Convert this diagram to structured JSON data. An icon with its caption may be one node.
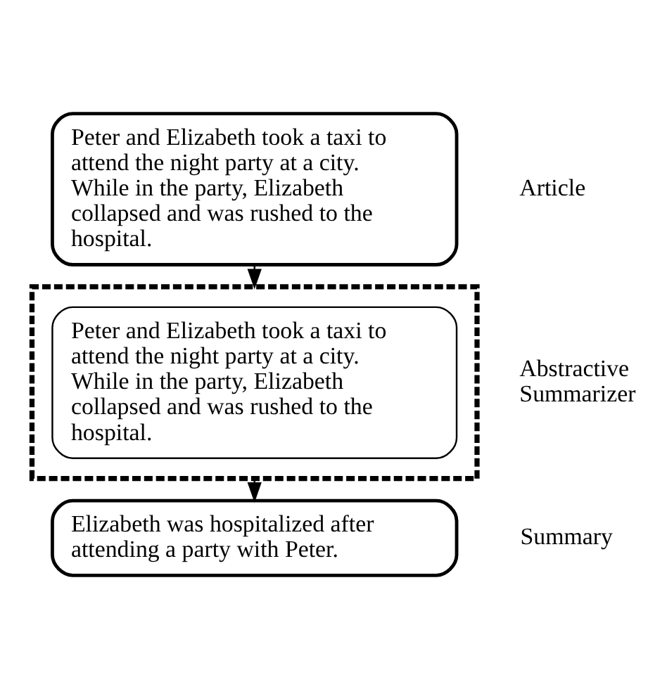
{
  "diagram": {
    "nodes": [
      {
        "text": [
          "Peter and Elizabeth took a taxi to attend the night party at a city. While in the party, Elizabeth collapsed and was rushed to the hospital."
        ],
        "beside": [
          "Article"
        ]
      },
      {
        "text": [],
        "shape": "box",
        "beside": [
          "Abstractive Summarizer"
        ]
      },
      {
        "text": [
          "Peter and Elizabeth took a taxi to attend the night party at a city. While in the party, Elizabeth collapsed and was rushed to the hospital."
        ],
        "in": 1
      },
      {
        "text": [
          "Elizabeth was hospitalized after attending a party with Peter."
        ],
        "beside": [
          "Summary"
        ]
      }
    ],
    "edges": [
      {
        "from": 0,
        "to": 1,
        "arrow": "to"
      },
      {
        "from": 1,
        "to": 3,
        "arrow": "to"
      }
    ]
  }
}
